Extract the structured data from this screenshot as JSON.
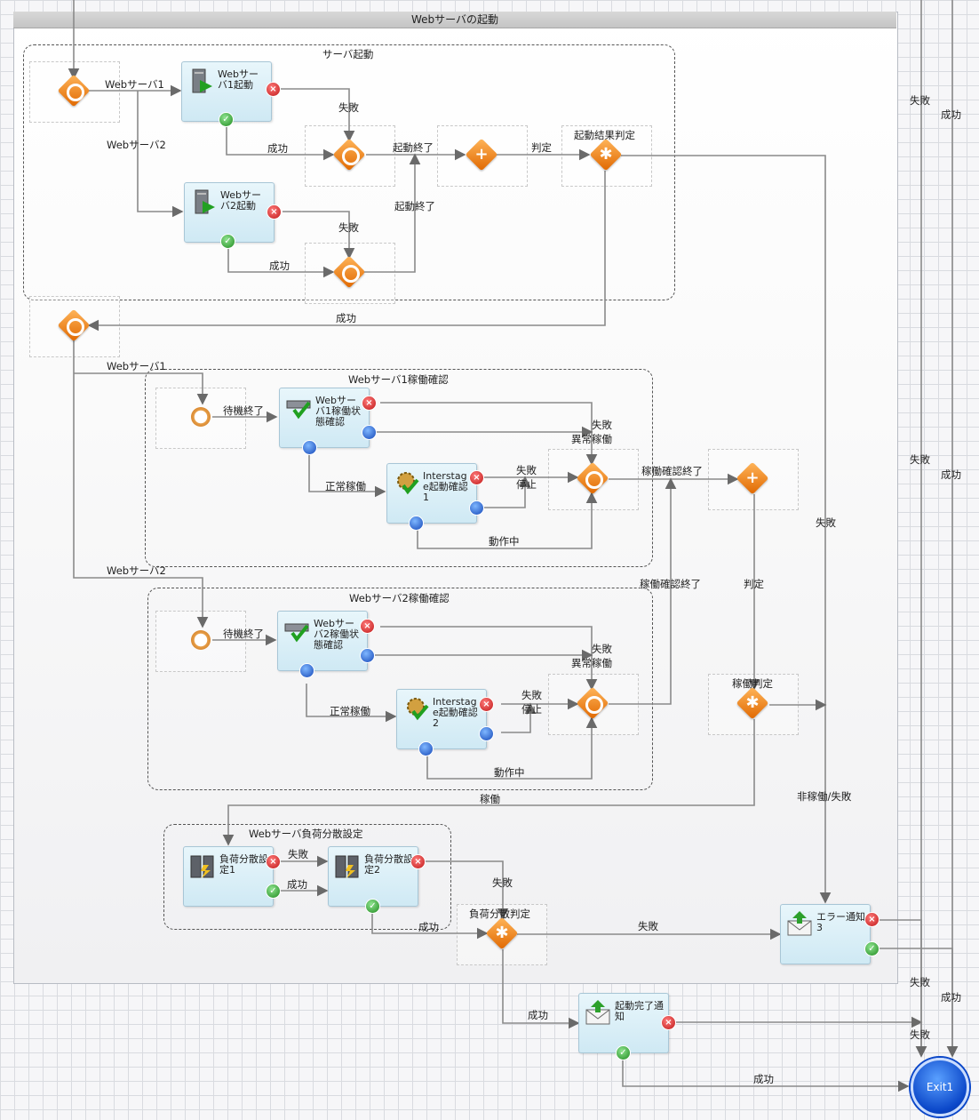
{
  "process": {
    "title": "Webサーバの起動",
    "exit_label": "Exit1"
  },
  "groups": {
    "startup": "サーバ起動",
    "check1": "Webサーバ1稼働確認",
    "check2": "Webサーバ2稼働確認",
    "lb": "Webサーバ負荷分散設定"
  },
  "nodes": {
    "start1": "Webサーバ1起動",
    "start2": "Webサーバ2起動",
    "stat1": "Webサーバ1稼働状態確認",
    "is1": "Interstage起動確認1",
    "stat2": "Webサーバ2稼働状態確認",
    "is2": "Interstage起動確認2",
    "lb1": "負荷分散設定1",
    "lb2": "負荷分散設定2",
    "err": "エラー通知3",
    "done": "起動完了通知"
  },
  "judges": {
    "result": "起動結果判定",
    "work": "稼働判定",
    "lb": "負荷分散判定"
  },
  "edges": {
    "web1": "Webサーバ1",
    "web2": "Webサーバ2",
    "fail": "失敗",
    "success": "成功",
    "start_end": "起動終了",
    "judge": "判定",
    "wait_end": "待機終了",
    "normal": "正常稼働",
    "fail_abn": "失敗\n異常稼働",
    "fail_stop": "失敗\n停止",
    "running": "動作中",
    "check_end": "稼働確認終了",
    "working": "稼働",
    "not_working": "非稼働/失敗"
  },
  "colors": {
    "accent_orange": "#e06800",
    "node_fill": "#d6eef7",
    "exit_blue": "#0a46c8",
    "error_red": "#c01818",
    "ok_green": "#1f8a1f"
  }
}
